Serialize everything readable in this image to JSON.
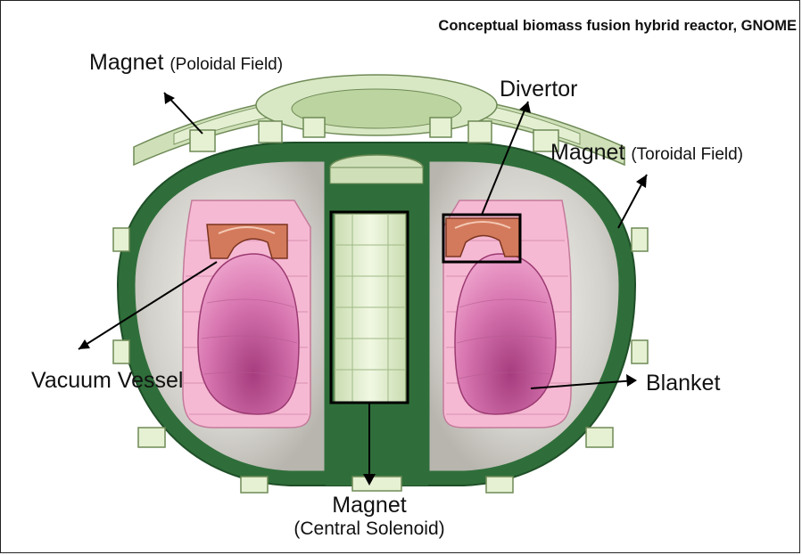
{
  "title": "Conceptual biomass fusion hybrid reactor, GNOME",
  "labels": {
    "poloidal_magnet": {
      "main": "Magnet",
      "sub": "(Poloidal Field)"
    },
    "divertor": "Divertor",
    "toroidal_magnet": {
      "main": "Magnet",
      "sub": "(Toroidal Field)"
    },
    "vacuum_vessel": "Vacuum Vessel",
    "blanket": "Blanket",
    "central_solenoid": {
      "main": "Magnet",
      "sub": "(Central Solenoid)"
    }
  },
  "colors": {
    "magnet_green": "#2f6e3a",
    "coil_light_green": "#dfeec8",
    "vessel_grey": "#d6d4cf",
    "blanket_pink": "#f4b2cf",
    "plasma_pink": "#c65c99",
    "divertor_orange": "#d0775a",
    "callout_box": "#000000"
  }
}
